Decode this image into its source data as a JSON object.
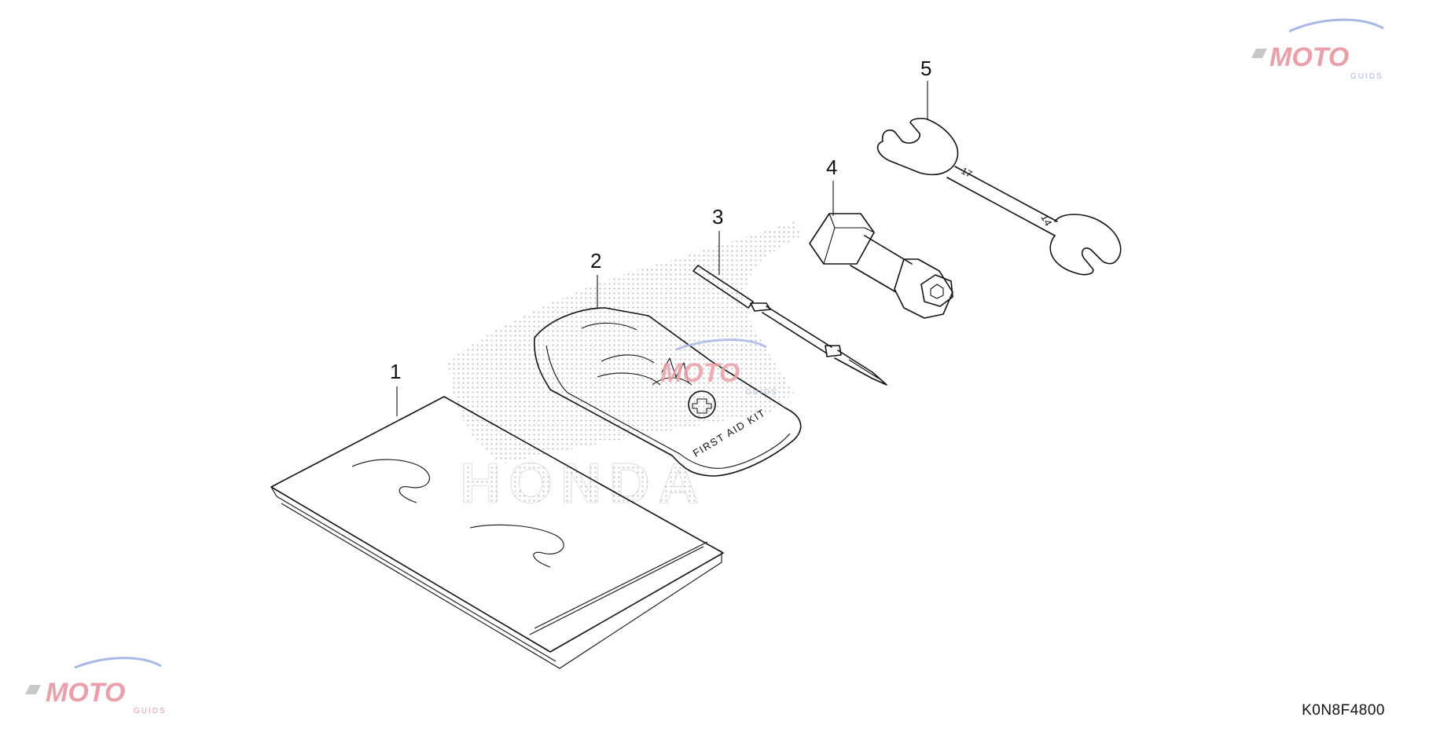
{
  "callouts": [
    {
      "number": "1"
    },
    {
      "number": "2"
    },
    {
      "number": "3"
    },
    {
      "number": "4"
    },
    {
      "number": "5"
    }
  ],
  "kit_text": "FIRST AID KIT",
  "wrench_sizes": {
    "large": "17",
    "small": "14"
  },
  "background_brand": "HONDA",
  "watermark": {
    "main": "MOTO",
    "sub": "GUIDS"
  },
  "part_code": "K0N8F4800",
  "colors": {
    "line": "#111111",
    "watermark_red": "#e9a0a8",
    "watermark_blue": "#aab8e6",
    "watermark_gray": "#c8c8c8",
    "stipple": "#b5b5b5"
  }
}
